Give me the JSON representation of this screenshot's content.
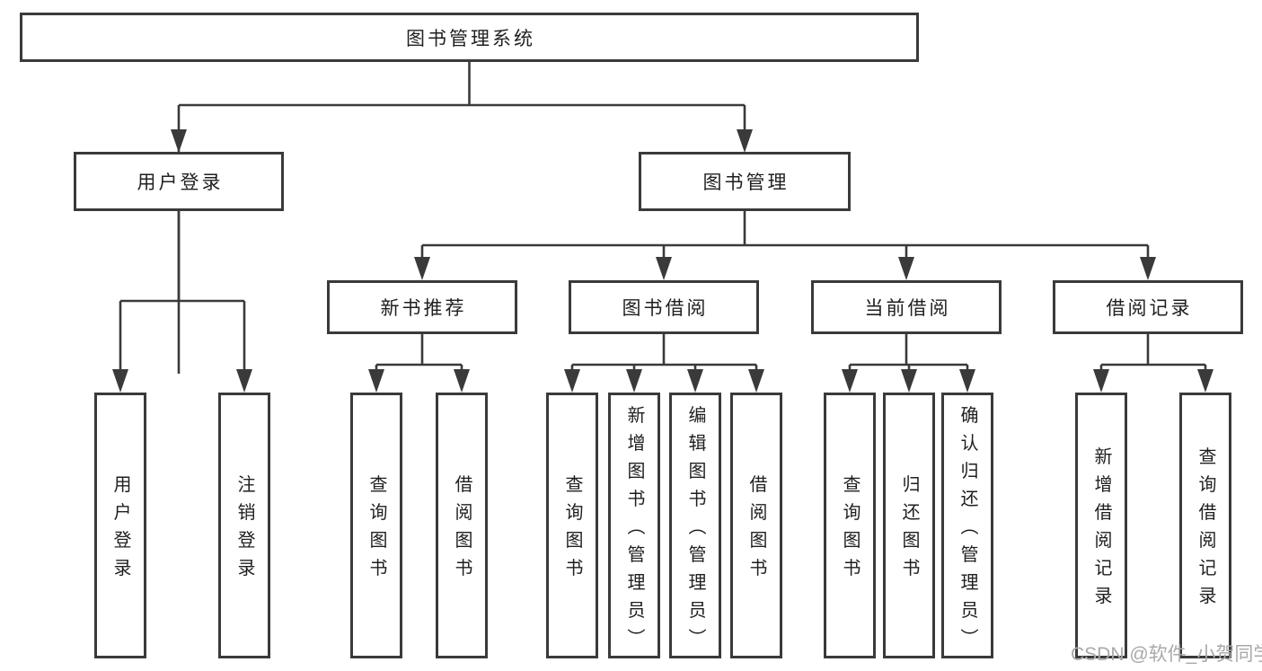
{
  "diagram": {
    "nodes": {
      "root": "图书管理系统",
      "user_login": "用户登录",
      "book_mgmt": "图书管理",
      "new_book_rec": "新书推荐",
      "book_borrow": "图书借阅",
      "current_borrow": "当前借阅",
      "borrow_record": "借阅记录",
      "login": "用户登录",
      "logout": "注销登录",
      "nbr_query_book": "查询图书",
      "nbr_borrow_book": "借阅图书",
      "bb_query_book": "查询图书",
      "bb_add_book": "新增图书（管理员）",
      "bb_edit_book": "编辑图书（管理员）",
      "bb_borrow_book": "借阅图书",
      "cb_query_book": "查询图书",
      "cb_return_book": "归还图书",
      "cb_confirm_return": "确认归还（管理员）",
      "br_add_record": "新增借阅记录",
      "br_query_record": "查询借阅记录"
    },
    "colors": {
      "line": "#3a3a3a",
      "text": "#1f1f1f",
      "box_background": "#ffffff",
      "watermark": "#a9a9a9"
    }
  },
  "watermark": "CSDN @软件_小贺同学"
}
